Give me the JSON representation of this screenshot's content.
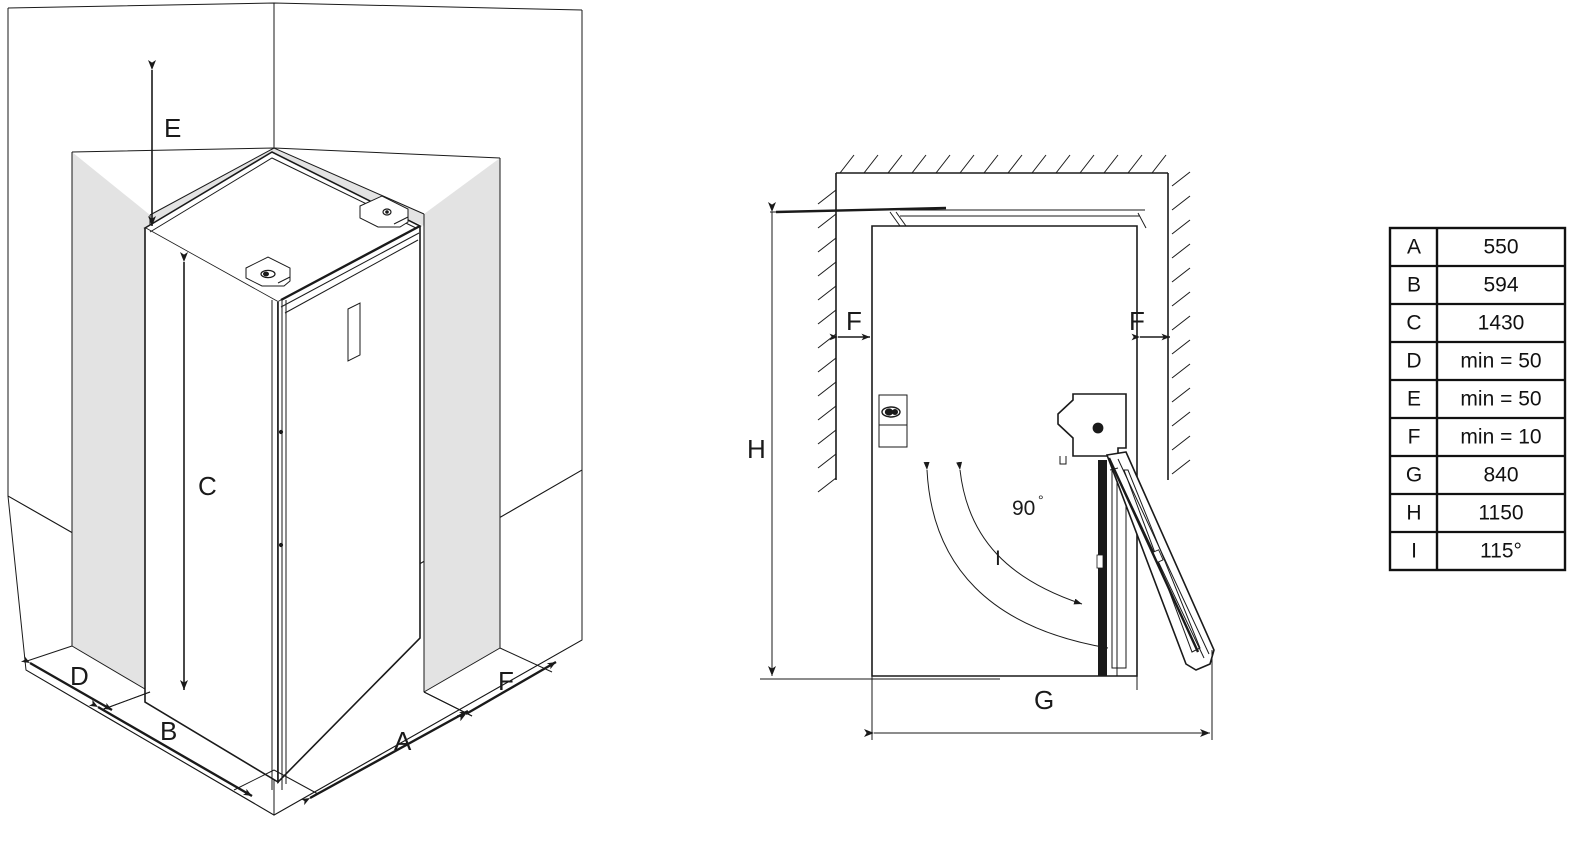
{
  "document": {
    "title": "Appliance installation dimension drawing",
    "type": "technical-line-drawing"
  },
  "views": {
    "isometric": {
      "name": "niche-isometric-view",
      "labels": [
        {
          "key": "E",
          "text": "E"
        },
        {
          "key": "C",
          "text": "C"
        },
        {
          "key": "D",
          "text": "D"
        },
        {
          "key": "B",
          "text": "B"
        },
        {
          "key": "A",
          "text": "A"
        },
        {
          "key": "F",
          "text": "F"
        }
      ]
    },
    "topview": {
      "name": "door-swing-top-view",
      "labels": [
        {
          "key": "H",
          "text": "H"
        },
        {
          "key": "F_left",
          "text": "F"
        },
        {
          "key": "F_right",
          "text": "F"
        },
        {
          "key": "G",
          "text": "G"
        },
        {
          "key": "I",
          "text": "I"
        }
      ],
      "annotations": [
        {
          "key": "angle90",
          "text": "90",
          "unit": "°"
        }
      ]
    }
  },
  "dimension_table": {
    "name": "dimension-table",
    "rows": [
      {
        "key": "A",
        "value": "550"
      },
      {
        "key": "B",
        "value": "594"
      },
      {
        "key": "C",
        "value": "1430"
      },
      {
        "key": "D",
        "value": "min = 50"
      },
      {
        "key": "E",
        "value": "min = 50"
      },
      {
        "key": "F",
        "value": "min = 10"
      },
      {
        "key": "G",
        "value": "840"
      },
      {
        "key": "H",
        "value": "1150"
      },
      {
        "key": "I",
        "value": "115°"
      }
    ]
  },
  "colors": {
    "line": "#1a1a1a",
    "wall_shade": "#e3e3e3",
    "background": "#ffffff",
    "table_border": "#111111"
  }
}
